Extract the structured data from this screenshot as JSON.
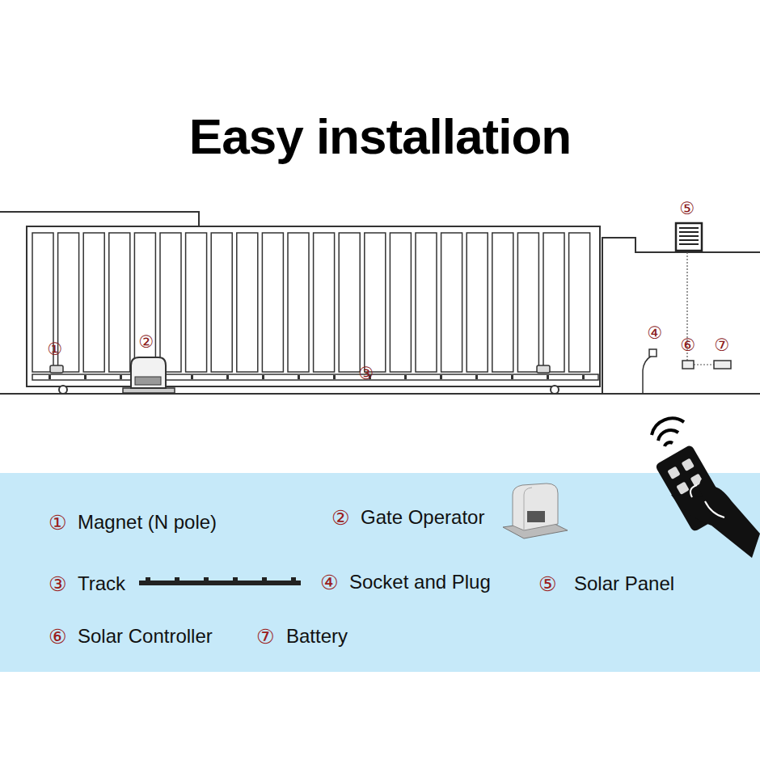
{
  "diagram": {
    "title": "Easy installation",
    "labels": [
      "①",
      "②",
      "③",
      "④",
      "⑤",
      "⑥",
      "⑦",
      "①",
      "Magnet (N pole)",
      "②",
      "Gate Operator",
      "③",
      "Track",
      "④",
      "Socket and Plug",
      "⑤",
      "Solar Panel",
      "⑥",
      "Solar Controller",
      "⑦",
      "Battery"
    ]
  }
}
